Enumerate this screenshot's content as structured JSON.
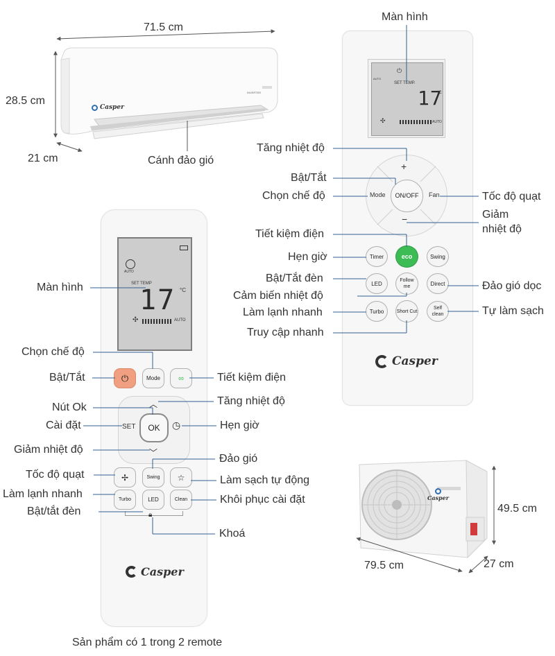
{
  "indoor_unit": {
    "width_label": "71.5 cm",
    "height_label": "28.5 cm",
    "depth_label": "21 cm",
    "louver_label": "Cánh đảo gió",
    "brand": "Casper",
    "badge": "INVERTER"
  },
  "remote_a": {
    "labels": {
      "screen": "Màn hình",
      "temp_up": "Tăng nhiệt độ",
      "power": "Bật/Tắt",
      "mode_select": "Chọn chế độ",
      "fan_speed": "Tốc độ quạt",
      "temp_down_1": "Giảm",
      "temp_down_2": "nhiệt độ",
      "eco": "Tiết kiệm điện",
      "timer": "Hẹn giờ",
      "light": "Bật/Tắt đèn",
      "sensor": "Cảm biến nhiệt độ",
      "direct": "Đảo gió dọc",
      "turbo": "Làm lạnh nhanh",
      "self_clean": "Tự làm sạch",
      "shortcut": "Truy cập nhanh"
    },
    "lcd": {
      "set_temp": "SET TEMP.",
      "temp": "17",
      "unit": "°C",
      "auto": "AUTO",
      "auto_side": "AUTO"
    },
    "buttons": {
      "plus": "+",
      "minus": "−",
      "mode": "Mode",
      "onoff": "ON/OFF",
      "fan": "Fan",
      "timer": "Timer",
      "eco": "eco",
      "swing": "Swing",
      "led": "LED",
      "follow": "Follow me",
      "direct": "Direct",
      "turbo": "Turbo",
      "short": "Short Cut",
      "self": "Self clean"
    },
    "brand": "Casper"
  },
  "remote_b": {
    "labels": {
      "screen": "Màn hình",
      "mode_select": "Chọn chế độ",
      "power": "Bật/Tắt",
      "eco": "Tiết kiệm điện",
      "ok": "Nút Ok",
      "temp_up": "Tăng nhiệt độ",
      "set": "Cài đặt",
      "timer": "Hẹn giờ",
      "temp_down": "Giảm nhiệt độ",
      "swing": "Đảo gió",
      "fan_speed": "Tốc độ quạt",
      "auto_clean": "Làm sạch tự động",
      "turbo": "Làm lạnh nhanh",
      "reset": "Khôi phục cài đặt",
      "light": "Bật/tắt đèn",
      "lock": "Khoá"
    },
    "lcd": {
      "set_temp": "SET TEMP",
      "temp": "17",
      "unit": "°C",
      "auto": "AUTO",
      "auto_side": "AUTO"
    },
    "buttons": {
      "mode": "Mode",
      "set": "SET",
      "ok": "OK",
      "swing": "Swing",
      "turbo": "Turbo",
      "led": "LED",
      "clean": "Clean"
    },
    "brand": "Casper"
  },
  "outdoor_unit": {
    "width_label": "79.5 cm",
    "height_label": "49.5 cm",
    "depth_label": "27 cm",
    "brand": "Casper"
  },
  "footer_note": "Sản phẩm có 1 trong 2 remote",
  "colors": {
    "text": "#333333",
    "line": "#444444",
    "power_button": "#f0a080",
    "eco_button": "#3dbb55",
    "lcd": "#cfcfcf"
  }
}
